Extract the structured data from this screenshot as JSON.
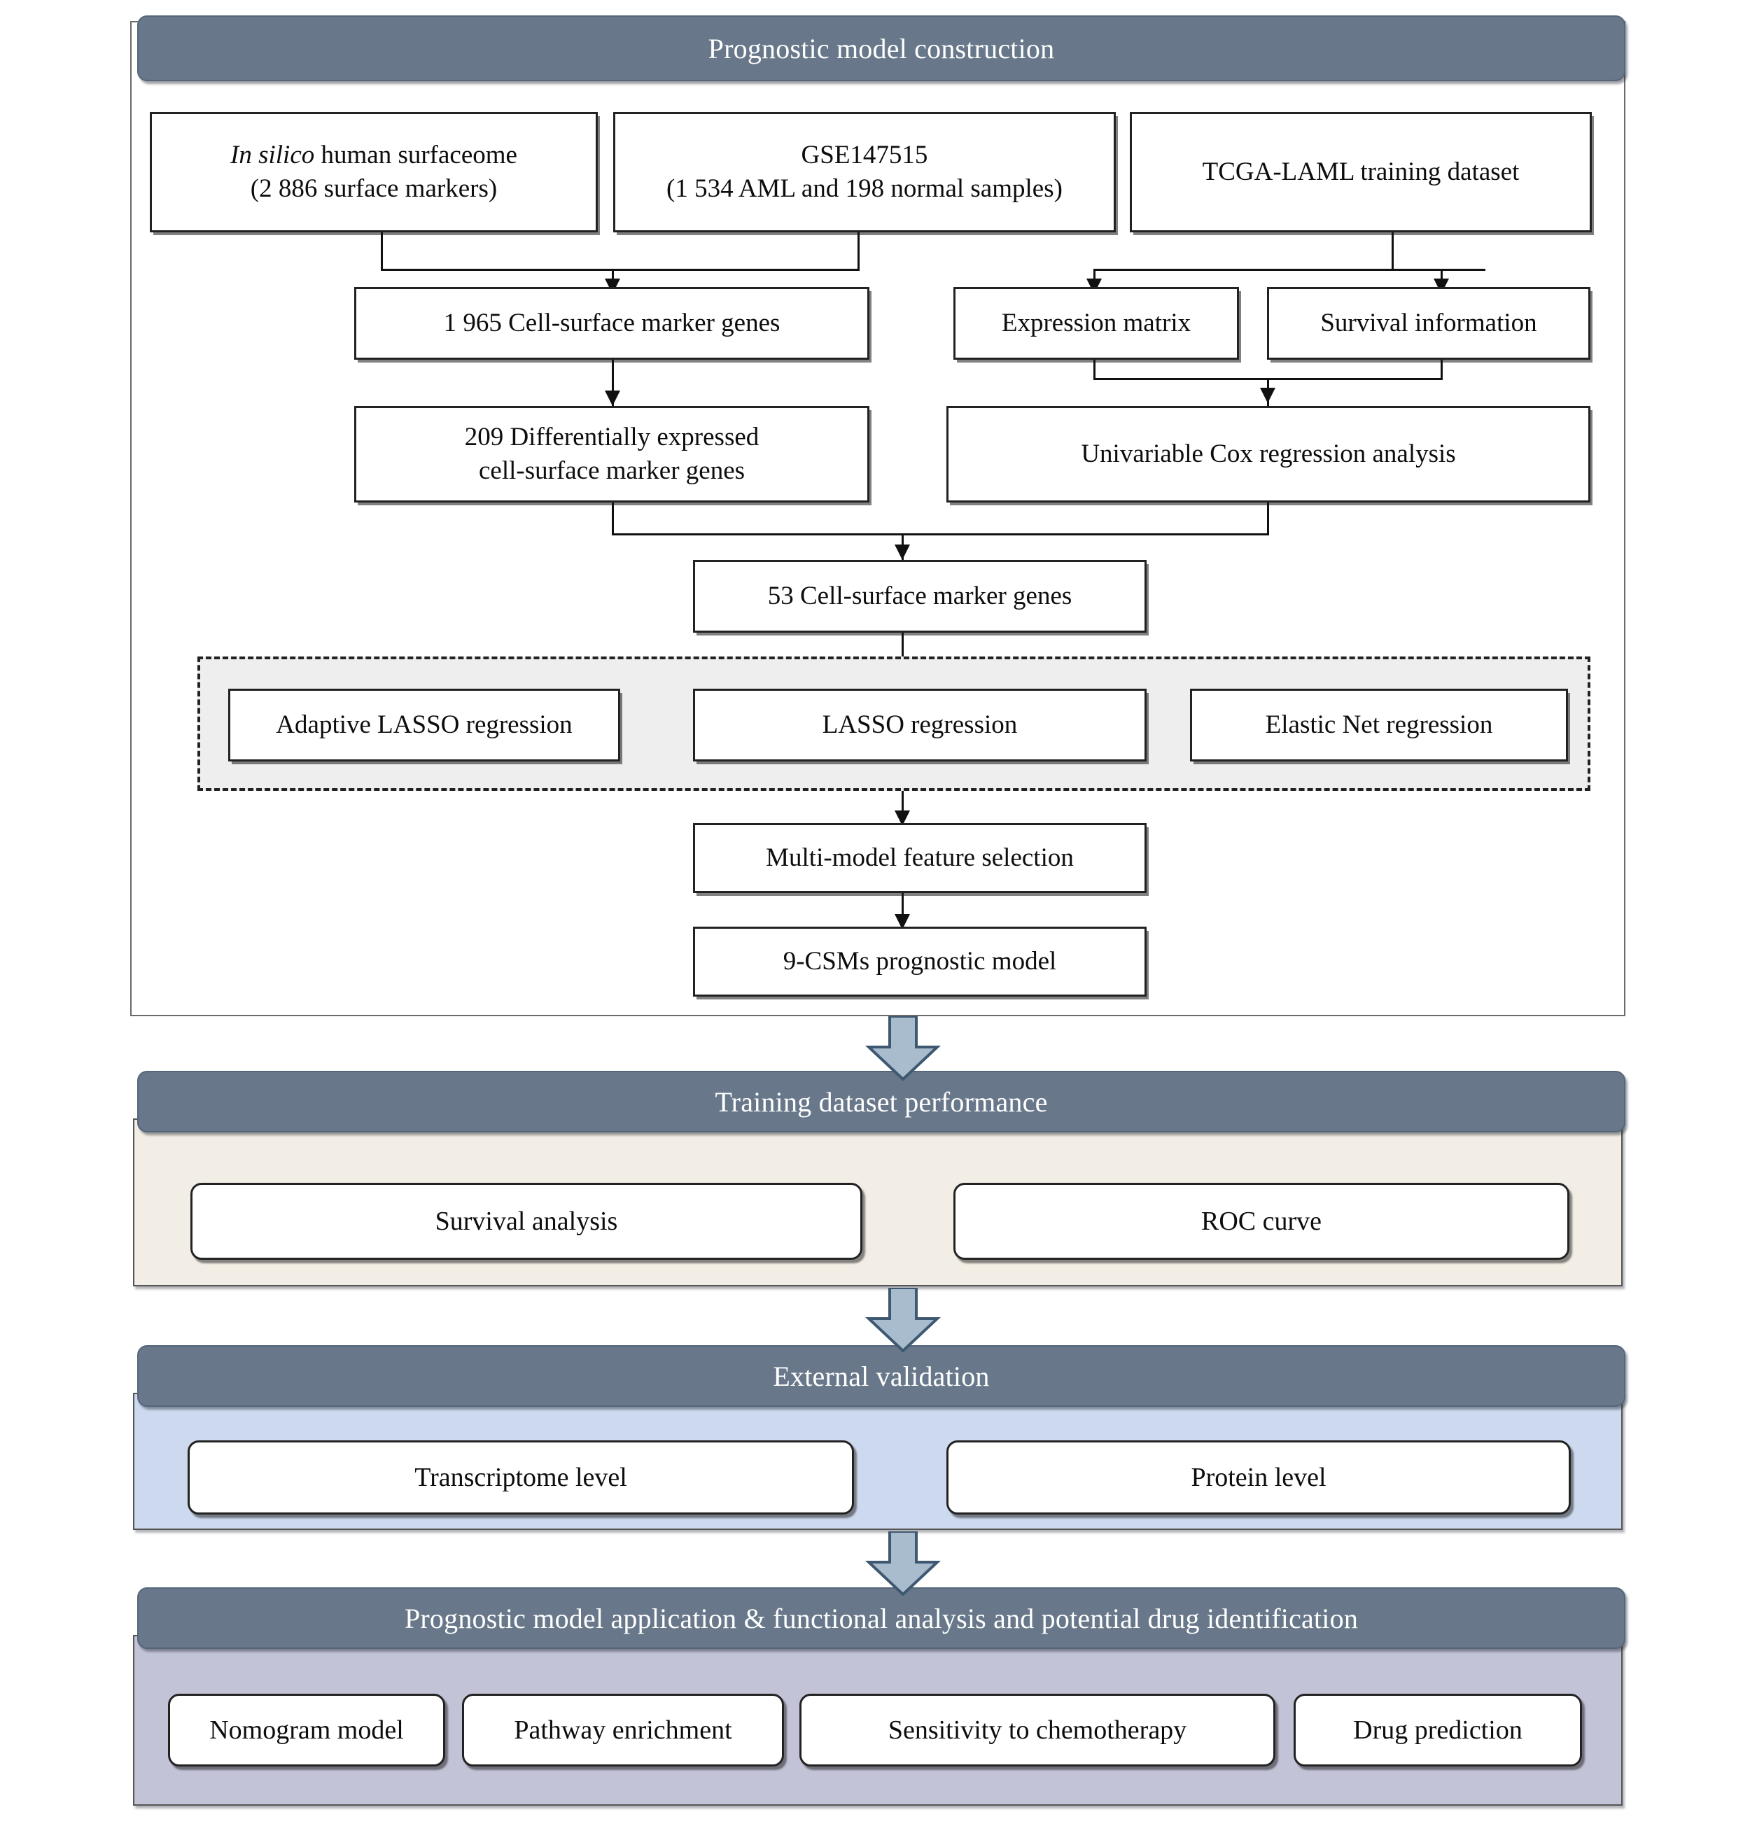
{
  "colors": {
    "banner": "#68788a",
    "cream_band": "#f2eee5",
    "blue_band": "#ccd9ee",
    "lavender_band": "#c3c3d8",
    "dashed_group": "#eeeeee",
    "big_arrow_fill": "#a9bccd",
    "big_arrow_stroke": "#3e5871"
  },
  "sections": {
    "construction": {
      "title": "Prognostic model construction",
      "boxes": {
        "surfaceome_line1_italic": "In silico",
        "surfaceome_line1_rest": " human surfaceome",
        "surfaceome_line2": "(2 886 surface markers)",
        "gse_line1": "GSE147515",
        "gse_line2": "(1 534 AML and 198 normal samples)",
        "tcga": "TCGA-LAML training dataset",
        "markers_1965": "1 965 Cell-surface marker genes",
        "expression_matrix": "Expression matrix",
        "survival_information": "Survival information",
        "deg_line1": "209 Differentially expressed",
        "deg_line2": "cell-surface marker genes",
        "univariable_cox": "Univariable Cox regression analysis",
        "markers_53": "53 Cell-surface marker genes",
        "adaptive_lasso": "Adaptive LASSO regression",
        "lasso": "LASSO regression",
        "elastic_net": "Elastic Net regression",
        "multi_model": "Multi-model feature selection",
        "nine_csms": "9-CSMs prognostic model"
      }
    },
    "training": {
      "title": "Training dataset performance",
      "items": [
        {
          "label": "Survival  analysis"
        },
        {
          "label": "ROC curve"
        }
      ]
    },
    "validation": {
      "title": "External validation",
      "items": [
        {
          "label": "Transcriptome level"
        },
        {
          "label": "Protein level"
        }
      ]
    },
    "application": {
      "title": "Prognostic model application & functional analysis and potential drug identification",
      "items": [
        {
          "label": "Nomogram model"
        },
        {
          "label": "Pathway enrichment"
        },
        {
          "label": "Sensitivity to chemotherapy"
        },
        {
          "label": "Drug prediction"
        }
      ]
    }
  }
}
